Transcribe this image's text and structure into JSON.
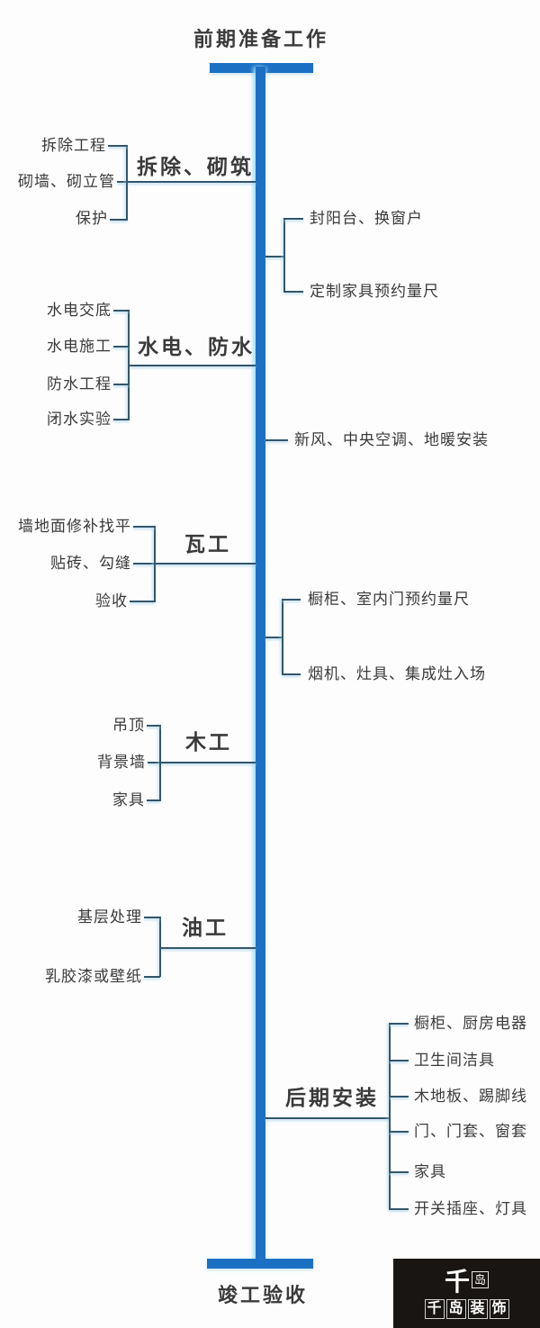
{
  "title": "前期准备工作",
  "footer": "竣工验收",
  "left_branches": [
    {
      "label": "拆除、砌筑",
      "items": [
        "拆除工程",
        "砌墙、砌立管",
        "保护"
      ]
    },
    {
      "label": "水电、防水",
      "items": [
        "水电交底",
        "水电施工",
        "防水工程",
        "闭水实验"
      ]
    },
    {
      "label": "瓦工",
      "items": [
        "墙地面修补找平",
        "贴砖、勾缝",
        "验收"
      ]
    },
    {
      "label": "木工",
      "items": [
        "吊顶",
        "背景墙",
        "家具"
      ]
    },
    {
      "label": "油工",
      "items": [
        "基层处理",
        "乳胶漆或壁纸"
      ]
    }
  ],
  "right_groups": [
    {
      "items": [
        "封阳台、换窗户",
        "定制家具预约量尺"
      ]
    },
    {
      "items": [
        "新风、中央空调、地暖安装"
      ]
    },
    {
      "items": [
        "橱柜、室内门预约量尺",
        "烟机、灶具、集成灶入场"
      ]
    },
    {
      "label": "后期安装",
      "items": [
        "橱柜、厨房电器",
        "卫生间洁具",
        "木地板、踢脚线",
        "门、门套、窗套",
        "家具",
        "开关插座、灯具"
      ]
    }
  ],
  "logo": {
    "mark_chars": [
      "千",
      "岛"
    ],
    "name_chars": [
      "千",
      "岛",
      "装",
      "饰"
    ]
  },
  "colors": {
    "trunk": "#1c70c4",
    "connector": "#33566b",
    "text": "#3a3a3a",
    "logo_bg": "#181512"
  }
}
